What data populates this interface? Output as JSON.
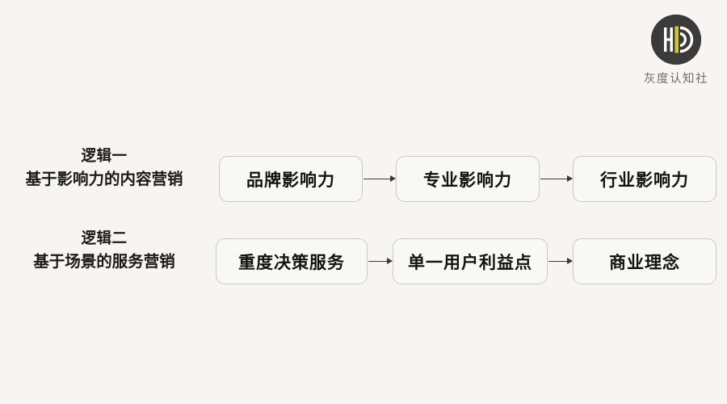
{
  "brand": {
    "logo_icon": "hd-monogram-circle-icon",
    "caption": "灰度认知社",
    "circle_color": "#3b3b3b",
    "accent_color": "#c9c832",
    "caption_color": "#6e6e6e"
  },
  "canvas": {
    "background_color": "#f6f5f3",
    "node_fill_color": "#f8f8f7",
    "node_border_color": "#c9c9c9",
    "arrow_color": "#3a3a3a",
    "text_color": "#121212"
  },
  "rows": [
    {
      "label_title": "逻辑一",
      "label_sub": "基于影响力的内容营销",
      "nodes": [
        {
          "label": "品牌影响力"
        },
        {
          "label": "专业影响力"
        },
        {
          "label": "行业影响力"
        }
      ],
      "connectors": [
        {
          "icon": "arrow-right-icon"
        },
        {
          "icon": "arrow-right-icon"
        }
      ]
    },
    {
      "label_title": "逻辑二",
      "label_sub": "基于场景的服务营销",
      "nodes": [
        {
          "label": "重度决策服务"
        },
        {
          "label": "单一用户利益点"
        },
        {
          "label": "商业理念"
        }
      ],
      "connectors": [
        {
          "icon": "arrow-right-icon"
        },
        {
          "icon": "arrow-right-icon"
        }
      ]
    }
  ]
}
